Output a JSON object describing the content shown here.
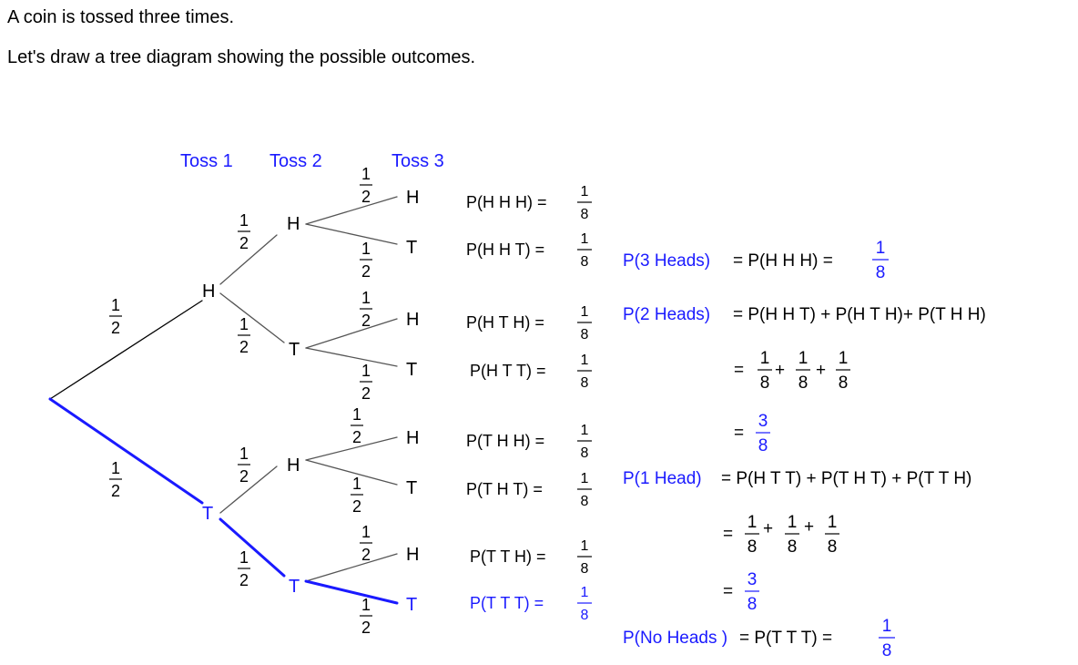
{
  "intro": {
    "line1": "A coin is tossed three times.",
    "line2": "Let's draw a tree diagram showing the possible outcomes."
  },
  "colors": {
    "highlight": "#1a1aff",
    "text": "#000000",
    "branch_gray": "#555555"
  },
  "headers": {
    "toss1": "Toss 1",
    "toss2": "Toss 2",
    "toss3": "Toss 3"
  },
  "nodes": {
    "heads": "H",
    "tails": "T"
  },
  "branch_probability": {
    "num": "1",
    "den": "2"
  },
  "outcomes": [
    {
      "label": "P(H H H) =",
      "num": "1",
      "den": "8"
    },
    {
      "label": "P(H H T) =",
      "num": "1",
      "den": "8"
    },
    {
      "label": "P(H T H) =",
      "num": "1",
      "den": "8"
    },
    {
      "label": "P(H T T) =",
      "num": "1",
      "den": "8"
    },
    {
      "label": "P(T H H) =",
      "num": "1",
      "den": "8"
    },
    {
      "label": "P(T H T) =",
      "num": "1",
      "den": "8"
    },
    {
      "label": "P(T T H) =",
      "num": "1",
      "den": "8"
    },
    {
      "label": "P(T T T) =",
      "num": "1",
      "den": "8"
    }
  ],
  "calc": {
    "three_heads": {
      "label": "P(3 Heads)",
      "expr": "= P(H H H) =",
      "num": "1",
      "den": "8"
    },
    "two_heads": {
      "label": "P(2 Heads)",
      "expr": "= P(H H T) + P(H T H)+ P(T H H)",
      "sum_eq": "=",
      "plus": "+",
      "frac_num": "1",
      "frac_den": "8",
      "result_eq": "=",
      "result_num": "3",
      "result_den": "8"
    },
    "one_head": {
      "label": "P(1 Head)",
      "expr": "= P(H T T) + P(T H T) + P(T T H)",
      "sum_eq": "=",
      "plus": "+",
      "frac_num": "1",
      "frac_den": "8",
      "result_eq": "=",
      "result_num": "3",
      "result_den": "8"
    },
    "no_heads": {
      "label": "P(No Heads )",
      "expr": "= P(T T T)  =",
      "num": "1",
      "den": "8"
    }
  }
}
